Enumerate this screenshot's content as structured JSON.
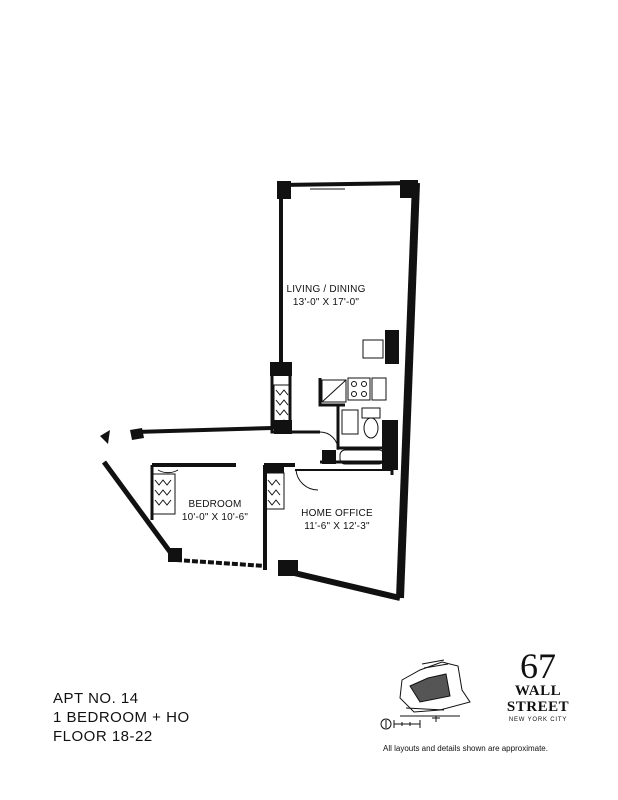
{
  "rooms": {
    "living": {
      "name": "LIVING / DINING",
      "size": "13'-0\" X 17'-0\""
    },
    "bedroom": {
      "name": "BEDROOM",
      "size": "10'-0\" X 10'-6\""
    },
    "office": {
      "name": "HOME OFFICE",
      "size": "11'-6\" X 12'-3\""
    }
  },
  "apartment": {
    "number": "APT NO. 14",
    "type": "1 BEDROOM + HO",
    "floors": "FLOOR 18-22"
  },
  "building": {
    "number": "67",
    "line1": "WALL",
    "line2": "STREET",
    "city": "NEW YORK CITY"
  },
  "disclaimer": "All layouts and details shown are approximate.",
  "colors": {
    "ink": "#111111",
    "paper": "#ffffff"
  }
}
